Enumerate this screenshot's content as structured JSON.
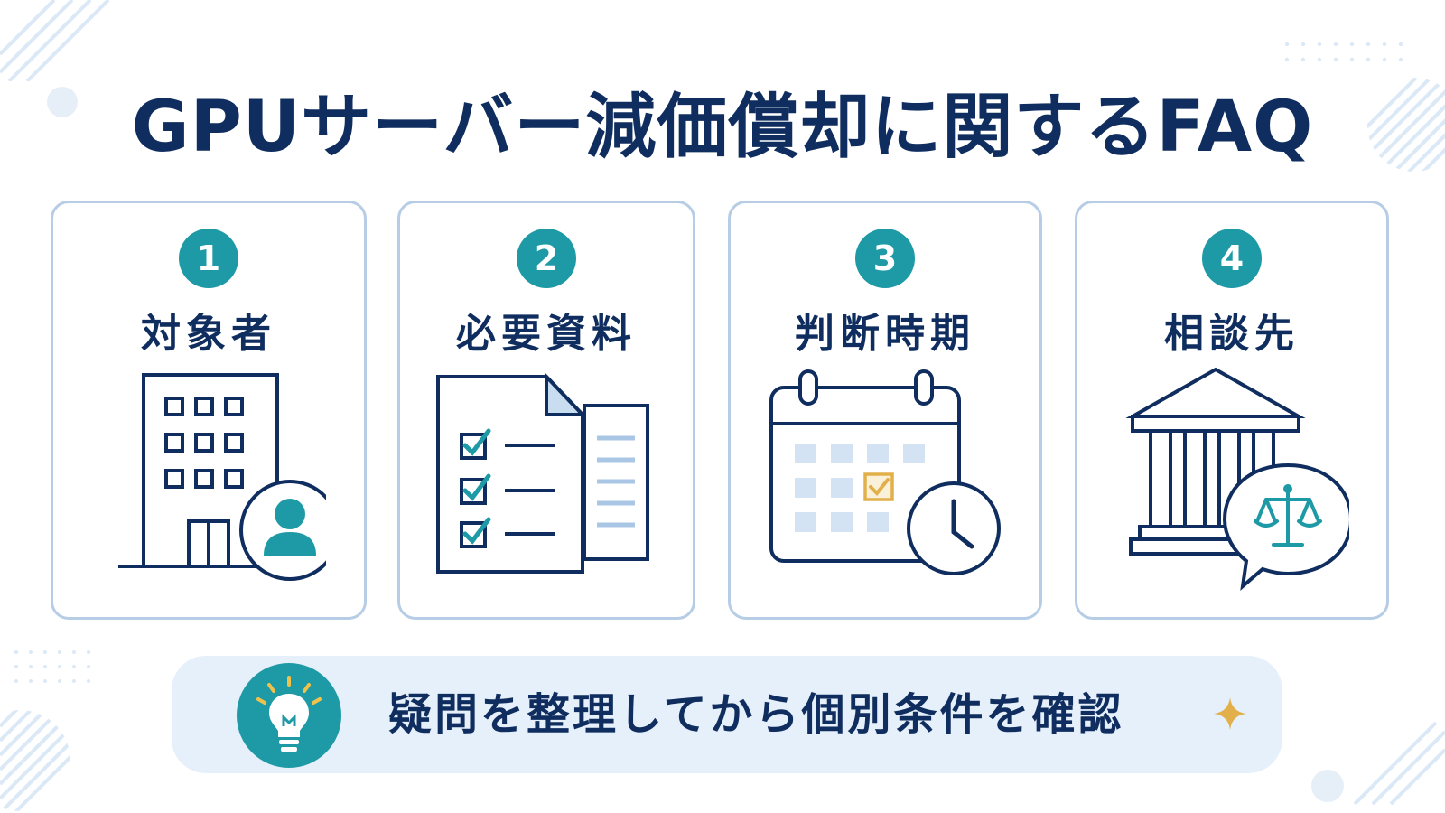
{
  "title": "GPUサーバー減価償却に関するFAQ",
  "colors": {
    "navy": "#0f2d5e",
    "teal": "#1e9aa6",
    "card_border": "#b7cde6",
    "banner_bg": "#e6f0fa",
    "accent_gold": "#e2b04b",
    "light_blue": "#c9ddf0"
  },
  "cards": [
    {
      "number": "1",
      "label": "対象者",
      "icon": "office-building-person-icon"
    },
    {
      "number": "2",
      "label": "必要資料",
      "icon": "checklist-documents-icon"
    },
    {
      "number": "3",
      "label": "判断時期",
      "icon": "calendar-clock-icon"
    },
    {
      "number": "4",
      "label": "相談先",
      "icon": "courthouse-scales-icon"
    }
  ],
  "banner": {
    "icon": "lightbulb-icon",
    "text": "疑問を整理してから個別条件を確認",
    "accent_icon": "sparkle-icon"
  }
}
